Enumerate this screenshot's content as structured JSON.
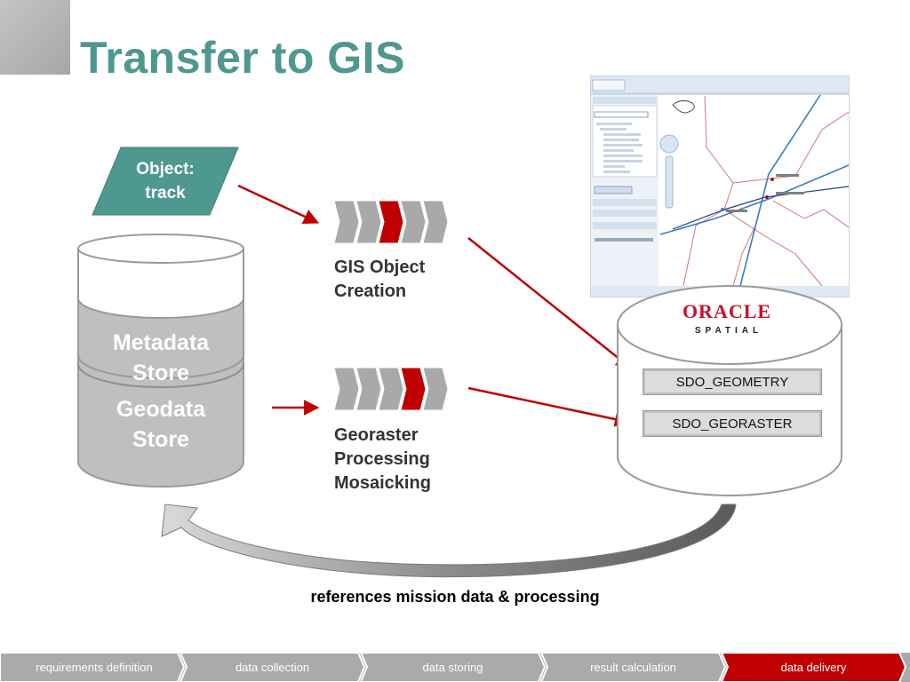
{
  "title": "Transfer to GIS",
  "object_label": "Object:\ntrack",
  "stores": {
    "metadata": "Metadata\nStore",
    "geodata": "Geodata\nStore"
  },
  "processes": {
    "gis_object": "GIS Object\nCreation",
    "georaster": "Georaster\nProcessing\nMosaicking"
  },
  "oracle": {
    "brand": "ORACLE",
    "sub": "SPATIAL",
    "types": [
      "SDO_GEOMETRY",
      "SDO_GEORASTER"
    ]
  },
  "caption": "references mission data & processing",
  "steps": [
    {
      "label": "requirements definition",
      "active": false
    },
    {
      "label": "data collection",
      "active": false
    },
    {
      "label": "data storing",
      "active": false
    },
    {
      "label": "result calculation",
      "active": false
    },
    {
      "label": "data delivery",
      "active": true
    }
  ],
  "colors": {
    "teal": "#4f9890",
    "red": "#c00000",
    "gray": "#bfbfbf",
    "footer_active": "#c00000"
  }
}
